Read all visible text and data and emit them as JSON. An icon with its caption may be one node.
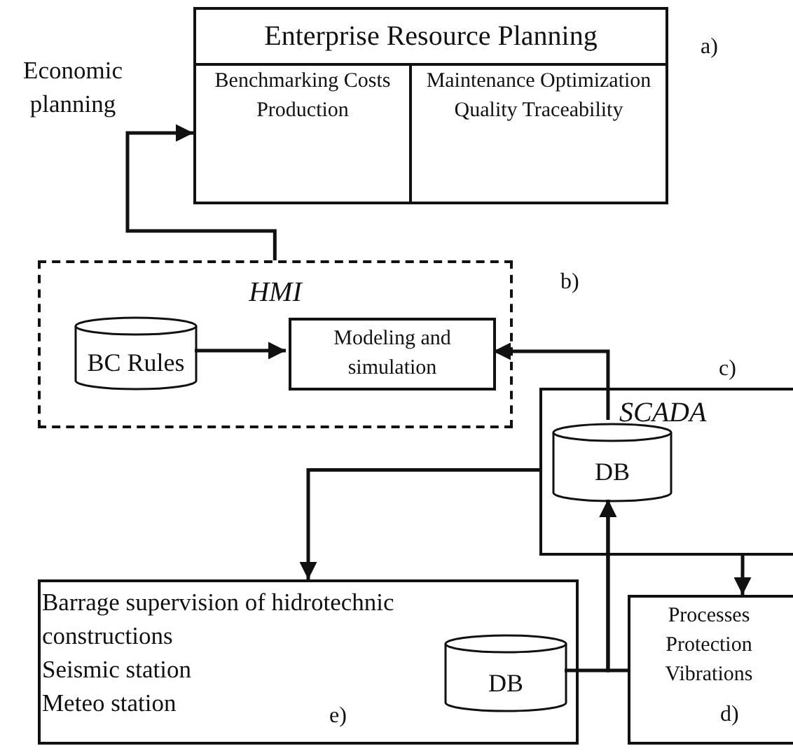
{
  "diagram": {
    "nodes": [
      {
        "text": [
          "Enterprise Resource Planning",
          "Benchmarking Costs Production",
          "Maintenance Optimization Quality Traceability"
        ],
        "beside": [
          "a)"
        ]
      },
      {
        "text": [
          "HMI"
        ],
        "beside": [
          "b)"
        ]
      },
      {
        "text": [
          "BC Rules"
        ],
        "in": 1
      },
      {
        "text": [
          "Modeling and simulation"
        ],
        "in": 1
      },
      {
        "text": [
          "SCADA"
        ],
        "beside": [
          "c)"
        ]
      },
      {
        "text": [
          "DB"
        ],
        "in": 4
      },
      {
        "text": [
          "Barrage supervision of hidrotechnic constructions",
          "Seismic station",
          "Meteo station",
          "e)"
        ]
      },
      {
        "text": [
          "DB"
        ],
        "in": 6
      },
      {
        "text": [
          "Processes Protection Vibrations",
          "d)"
        ]
      }
    ],
    "edges": [
      {
        "from": 1,
        "to": 0,
        "arrow": "to",
        "label": "Economic planning"
      },
      {
        "from": 2,
        "to": 3,
        "arrow": "to"
      },
      {
        "from": 5,
        "to": 3,
        "arrow": "to"
      },
      {
        "from": 4,
        "to": 6,
        "arrow": "to"
      },
      {
        "from": 7,
        "to": 5,
        "arrow": "to"
      },
      {
        "from": 8,
        "to": 5,
        "arrow": "to"
      },
      {
        "from": 4,
        "to": 8,
        "arrow": "to"
      }
    ]
  }
}
